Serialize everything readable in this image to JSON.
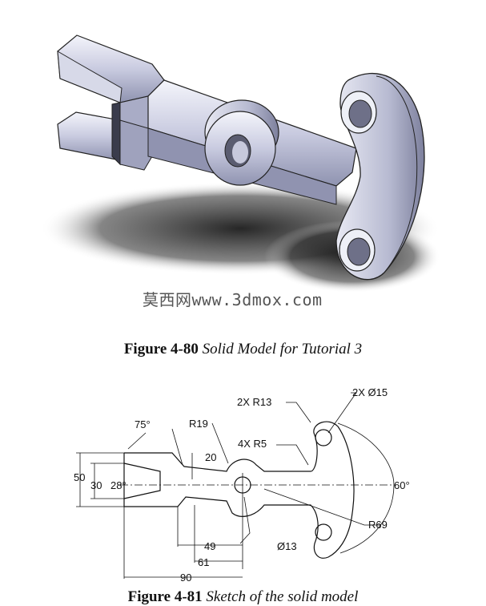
{
  "watermark": "莫西网www.3dmox.com",
  "figure1": {
    "number": "Figure 4-80",
    "caption": "Solid Model for Tutorial 3"
  },
  "figure2": {
    "number": "Figure 4-81",
    "caption": "Sketch of the solid model"
  },
  "dimensions": {
    "angle_top": "75°",
    "r19": "R19",
    "r13": "2X R13",
    "dia15": "2X Ø15",
    "r5": "4X R5",
    "d20": "20",
    "d50": "50",
    "d30": "30",
    "angle_28": "28°",
    "angle_60": "60°",
    "r69": "R69",
    "d49": "49",
    "dia13": "Ø13",
    "d61": "61",
    "d90": "90"
  }
}
